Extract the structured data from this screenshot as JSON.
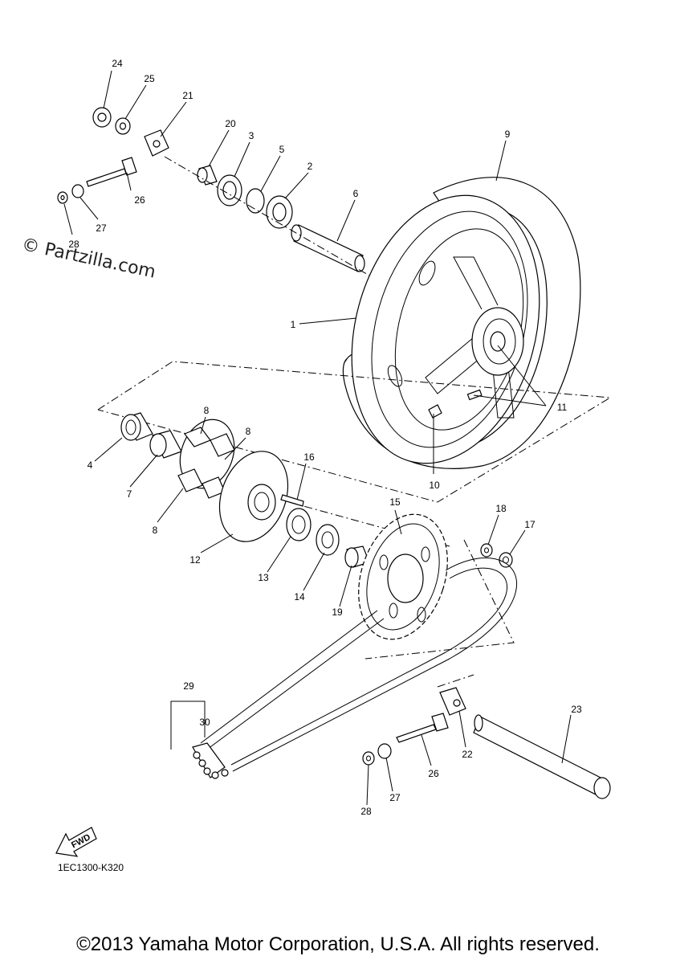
{
  "watermark": "© Partzilla.com",
  "part_code": "1EC1300-K320",
  "copyright": "©2013 Yamaha Motor Corporation, U.S.A. All rights reserved.",
  "fwd_label": "FWD",
  "callouts": [
    {
      "id": "24",
      "text": "24"
    },
    {
      "id": "25",
      "text": "25"
    },
    {
      "id": "21",
      "text": "21"
    },
    {
      "id": "20",
      "text": "20"
    },
    {
      "id": "3",
      "text": "3"
    },
    {
      "id": "5",
      "text": "5"
    },
    {
      "id": "2",
      "text": "2"
    },
    {
      "id": "6",
      "text": "6"
    },
    {
      "id": "9",
      "text": "9"
    },
    {
      "id": "26a",
      "text": "26"
    },
    {
      "id": "27a",
      "text": "27"
    },
    {
      "id": "28a",
      "text": "28"
    },
    {
      "id": "1",
      "text": "1"
    },
    {
      "id": "11",
      "text": "11"
    },
    {
      "id": "10",
      "text": "10"
    },
    {
      "id": "8a",
      "text": "8"
    },
    {
      "id": "8b",
      "text": "8"
    },
    {
      "id": "8c",
      "text": "8"
    },
    {
      "id": "4",
      "text": "4"
    },
    {
      "id": "7",
      "text": "7"
    },
    {
      "id": "16",
      "text": "16"
    },
    {
      "id": "15",
      "text": "15"
    },
    {
      "id": "18",
      "text": "18"
    },
    {
      "id": "17",
      "text": "17"
    },
    {
      "id": "12",
      "text": "12"
    },
    {
      "id": "13",
      "text": "13"
    },
    {
      "id": "14",
      "text": "14"
    },
    {
      "id": "19",
      "text": "19"
    },
    {
      "id": "29",
      "text": "29"
    },
    {
      "id": "30",
      "text": "30"
    },
    {
      "id": "23",
      "text": "23"
    },
    {
      "id": "22",
      "text": "22"
    },
    {
      "id": "26b",
      "text": "26"
    },
    {
      "id": "27b",
      "text": "27"
    },
    {
      "id": "28b",
      "text": "28"
    }
  ]
}
